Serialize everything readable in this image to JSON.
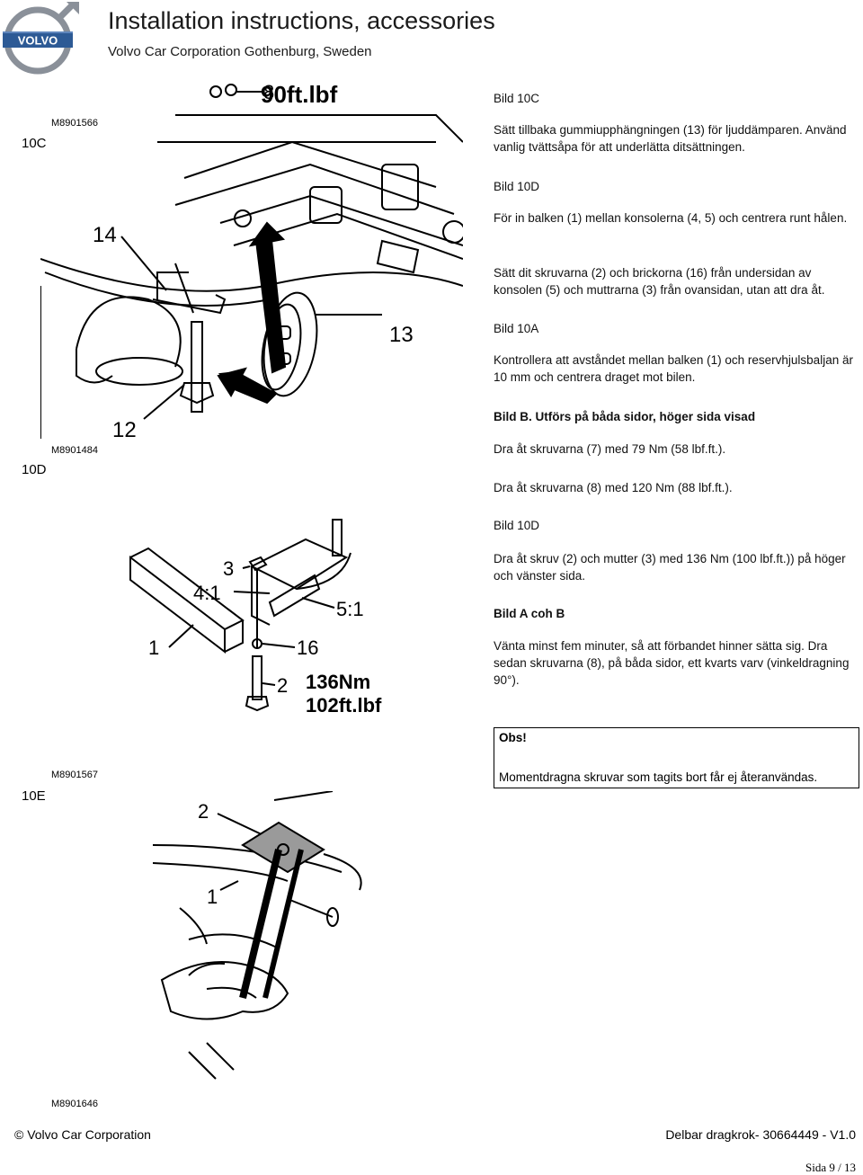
{
  "header": {
    "logo_text": "VOLVO",
    "title": "Installation instructions, accessories",
    "subtitle": "Volvo Car Corporation Gothenburg, Sweden"
  },
  "steps": [
    {
      "id": "10C",
      "image_code": "M8901566"
    },
    {
      "id": "10D",
      "image_code": "M8901484"
    },
    {
      "id": "10E",
      "image_code": "M8901567"
    }
  ],
  "last_image_code": "M8901646",
  "figures": {
    "fig10c": {
      "torque": "90ft.lbf",
      "labels": [
        "8",
        "14",
        "13",
        "12"
      ]
    },
    "fig10d": {
      "labels": [
        "3",
        "4:1",
        "5:1",
        "1",
        "16",
        "2"
      ],
      "torque_nm": "136Nm",
      "torque_lbf": "102ft.lbf"
    },
    "fig10e": {
      "labels": [
        "2",
        "1"
      ]
    }
  },
  "instructions": [
    {
      "heading": "Bild 10C",
      "text": "Sätt tillbaka gummiupphängningen (13) för ljuddämparen. Använd vanlig tvättsåpa för att underlätta ditsättningen."
    },
    {
      "heading": "Bild 10D",
      "text": "För in balken (1) mellan konsolerna (4, 5) och centrera runt hålen."
    },
    {
      "text": "Sätt dit skruvarna (2) och brickorna (16) från undersidan av konsolen (5) och muttrarna (3) från ovansidan, utan att dra åt."
    },
    {
      "heading": "Bild 10A",
      "text": "Kontrollera att avståndet mellan balken (1) och reservhjulsbaljan är 10 mm och centrera draget mot bilen."
    },
    {
      "heading": "Bild B. Utförs på båda sidor, höger sida visad",
      "text": "Dra åt skruvarna (7) med 79 Nm (58 lbf.ft.)."
    },
    {
      "text": "Dra åt skruvarna (8) med 120 Nm (88 lbf.ft.)."
    },
    {
      "heading": "Bild 10D",
      "text": "Dra åt skruv (2) och mutter (3) med 136 Nm (100 lbf.ft.)) på höger och vänster sida."
    },
    {
      "heading": "Bild A coh B",
      "text": "Vänta minst fem minuter, så att förbandet hinner sätta sig. Dra sedan skruvarna (8), på båda sidor, ett kvarts varv (vinkeldragning 90°)."
    }
  ],
  "note": {
    "title": "Obs!",
    "text": "Momentdragna skruvar som tagits bort får ej återanvändas."
  },
  "footer": {
    "copyright": "© Volvo Car Corporation",
    "doc": "Delbar dragkrok- 30664449 - V1.0",
    "page": "Sida 9 / 13"
  }
}
